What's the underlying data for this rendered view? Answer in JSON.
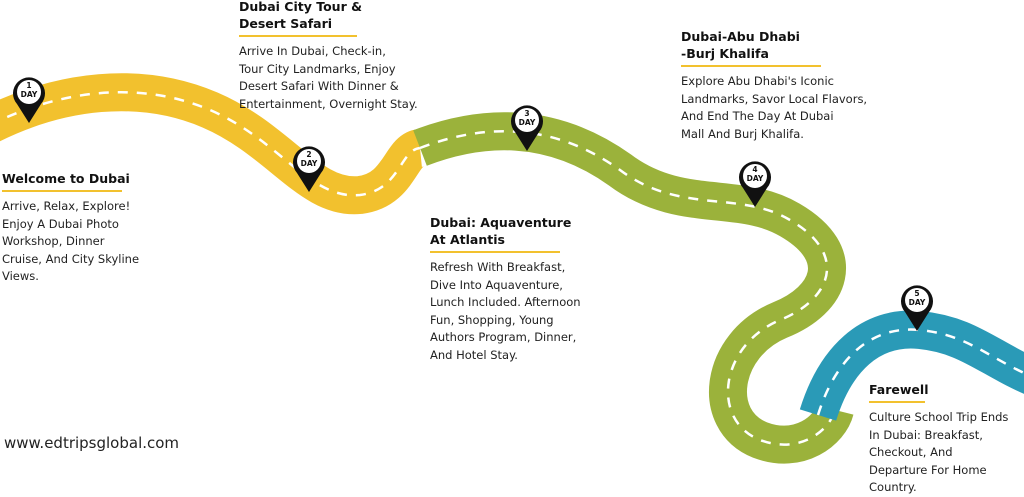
{
  "colors": {
    "yellow": "#f2c12e",
    "green": "#9bb23b",
    "blue": "#2a9ab7",
    "accent": "#f2c12e",
    "pin": "#111111"
  },
  "stops": [
    {
      "day_num": "1",
      "day_label": "DAY",
      "title": "Welcome to Dubai",
      "text": "Arrive, Relax, Explore!\nEnjoy A Dubai Photo\nWorkshop, Dinner\nCruise, And City Skyline\nViews."
    },
    {
      "day_num": "2",
      "day_label": "DAY",
      "title": "Dubai City Tour &\nDesert Safari",
      "text": "Arrive In Dubai, Check-in,\nTour City Landmarks, Enjoy\nDesert Safari With Dinner &\nEntertainment, Overnight Stay."
    },
    {
      "day_num": "3",
      "day_label": "DAY",
      "title": "Dubai: Aquaventure\nAt Atlantis",
      "text": "Refresh With Breakfast,\nDive Into Aquaventure,\nLunch Included. Afternoon\nFun, Shopping, Young\nAuthors Program, Dinner,\nAnd Hotel Stay."
    },
    {
      "day_num": "4",
      "day_label": "DAY",
      "title": "Dubai-Abu Dhabi\n-Burj Khalifa",
      "text": "Explore Abu Dhabi's Iconic\nLandmarks, Savor Local Flavors,\nAnd End The Day At Dubai\nMall And Burj Khalifa."
    },
    {
      "day_num": "5",
      "day_label": "DAY",
      "title": "Farewell",
      "text": "Culture School Trip Ends\nIn Dubai: Breakfast,\nCheckout, And\nDeparture For Home\nCountry."
    }
  ],
  "website": "www.edtripsglobal.com"
}
